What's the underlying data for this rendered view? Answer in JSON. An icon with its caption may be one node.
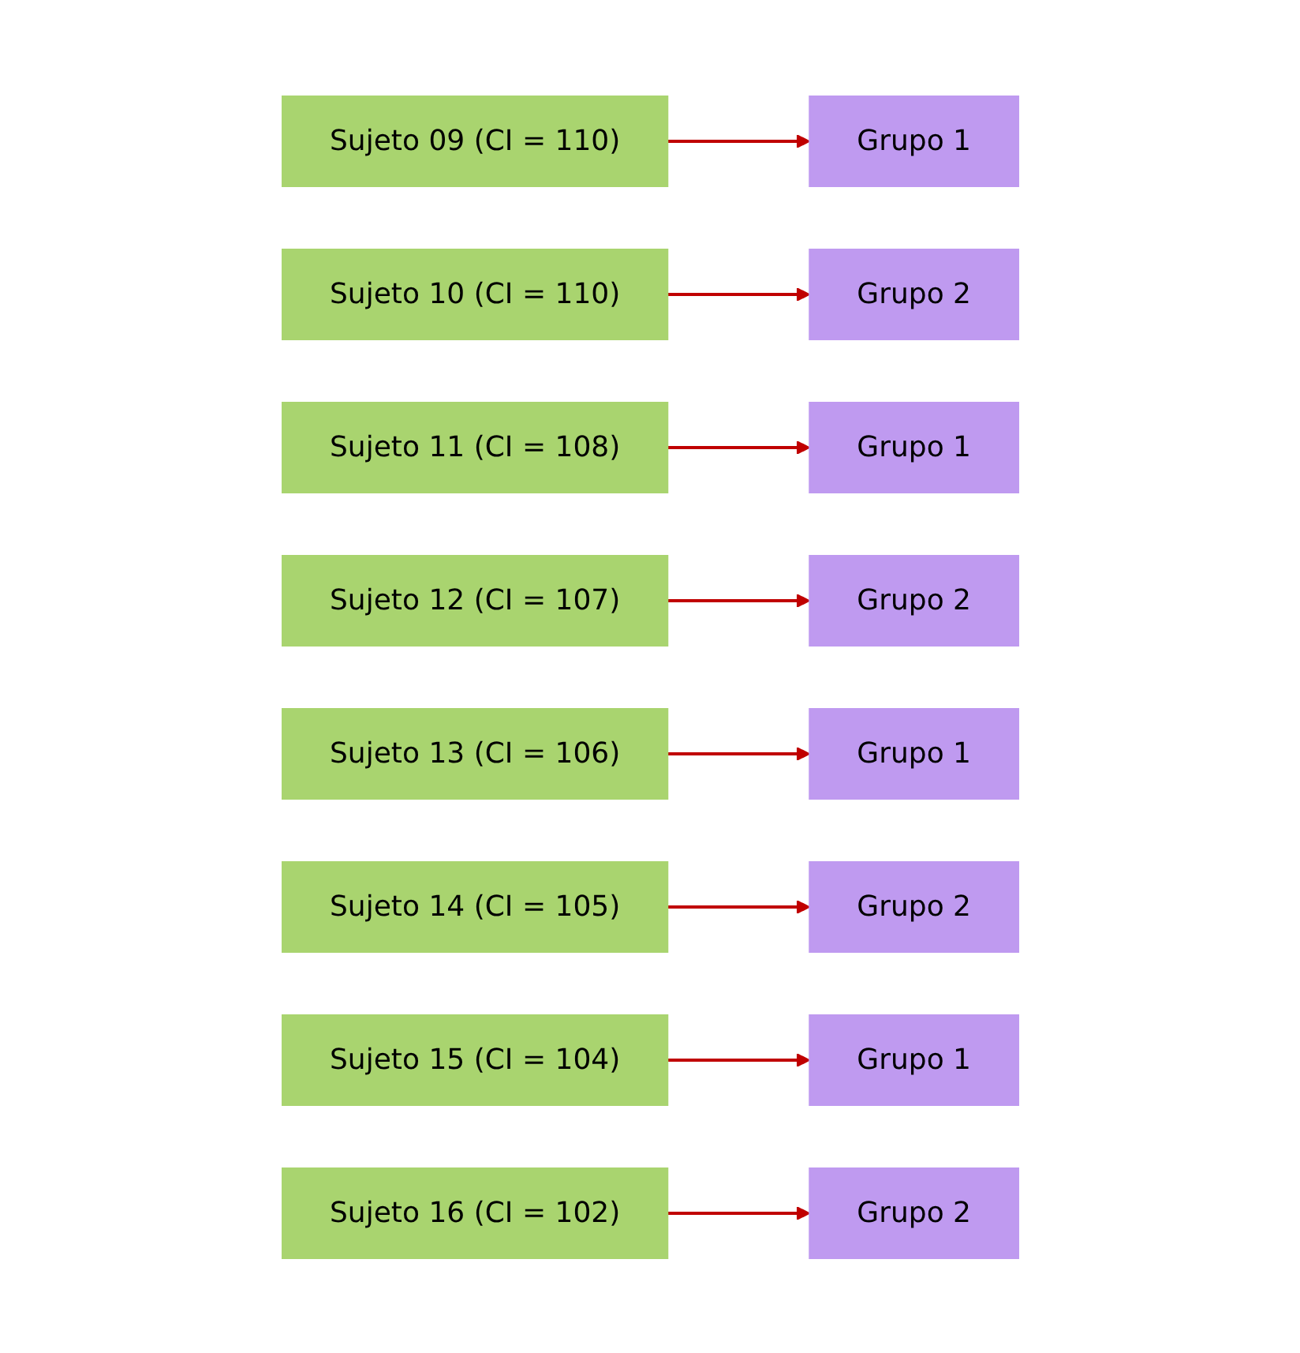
{
  "diagram": {
    "nodes": [
      {
        "text": [
          "Sujeto 09 (CI = 110)"
        ]
      },
      {
        "text": [
          "Sujeto 10 (CI = 110)"
        ]
      },
      {
        "text": [
          "Grupo 1"
        ]
      },
      {
        "text": [
          "Grupo 2"
        ]
      },
      {
        "text": [
          "Sujeto 11 (CI = 108)"
        ]
      },
      {
        "text": [
          "Sujeto 12 (CI = 107)"
        ]
      },
      {
        "text": [
          "Grupo 1"
        ]
      },
      {
        "text": [
          "Grupo 2"
        ]
      },
      {
        "text": [
          "Sujeto 13 (CI = 106)"
        ]
      },
      {
        "text": [
          "Sujeto 14 (CI = 105)"
        ]
      },
      {
        "text": [
          "Grupo 1"
        ]
      },
      {
        "text": [
          "Grupo 2"
        ]
      },
      {
        "text": [
          "Sujeto 15 (CI = 104)"
        ]
      },
      {
        "text": [
          "Sujeto 16 (CI = 102)"
        ]
      },
      {
        "text": [
          "Grupo 1"
        ]
      },
      {
        "text": [
          "Grupo 2"
        ]
      }
    ],
    "edges": [
      {
        "from": 0,
        "to": 2,
        "arrow": "to"
      },
      {
        "from": 1,
        "to": 3,
        "arrow": "to"
      },
      {
        "from": 4,
        "to": 6,
        "arrow": "to"
      },
      {
        "from": 5,
        "to": 7,
        "arrow": "to"
      },
      {
        "from": 8,
        "to": 10,
        "arrow": "to"
      },
      {
        "from": 9,
        "to": 11,
        "arrow": "to"
      },
      {
        "from": 12,
        "to": 14,
        "arrow": "to"
      },
      {
        "from": 13,
        "to": 15,
        "arrow": "to"
      }
    ]
  }
}
